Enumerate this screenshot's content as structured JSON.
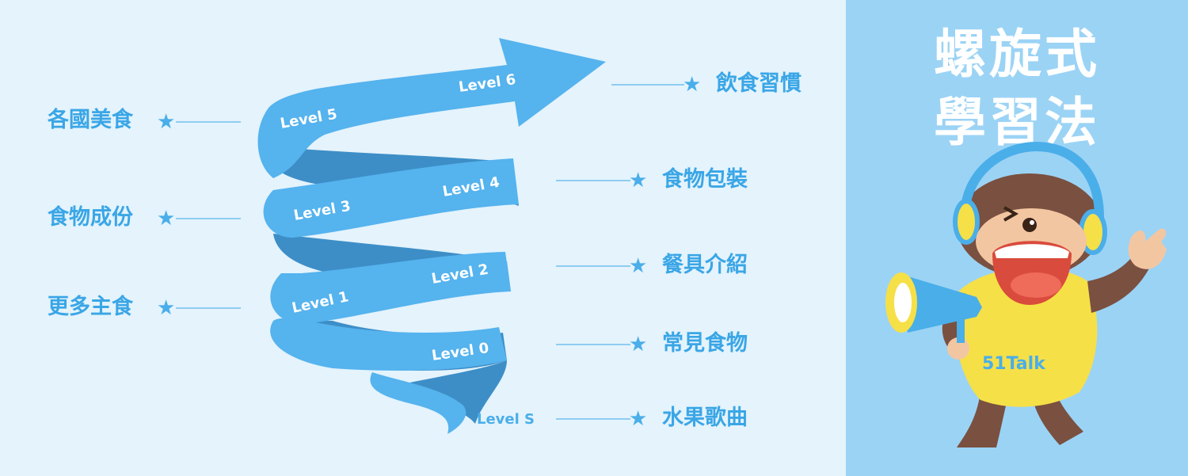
{
  "title": {
    "line1": "螺旋式",
    "line2": "學習法"
  },
  "levels": {
    "level_s": "Level S",
    "level_0": "Level 0",
    "level_1": "Level 1",
    "level_2": "Level 2",
    "level_3": "Level 3",
    "level_4": "Level 4",
    "level_5": "Level 5",
    "level_6": "Level 6"
  },
  "left_labels": {
    "international_food": "各國美食",
    "food_ingredients": "食物成份",
    "more_staples": "更多主食"
  },
  "right_labels": {
    "eating_habits": "飲食習慣",
    "food_packaging": "食物包裝",
    "tableware": "餐具介紹",
    "common_food": "常見食物",
    "fruit_songs": "水果歌曲"
  },
  "mascot": {
    "shirt_text": "51Talk"
  },
  "colors": {
    "background": "#e4f3fc",
    "ribbon_front": "#55b3ee",
    "ribbon_back": "#3d8ec7",
    "label_text": "#3aa6e6",
    "panel": "#9bd3f5"
  }
}
